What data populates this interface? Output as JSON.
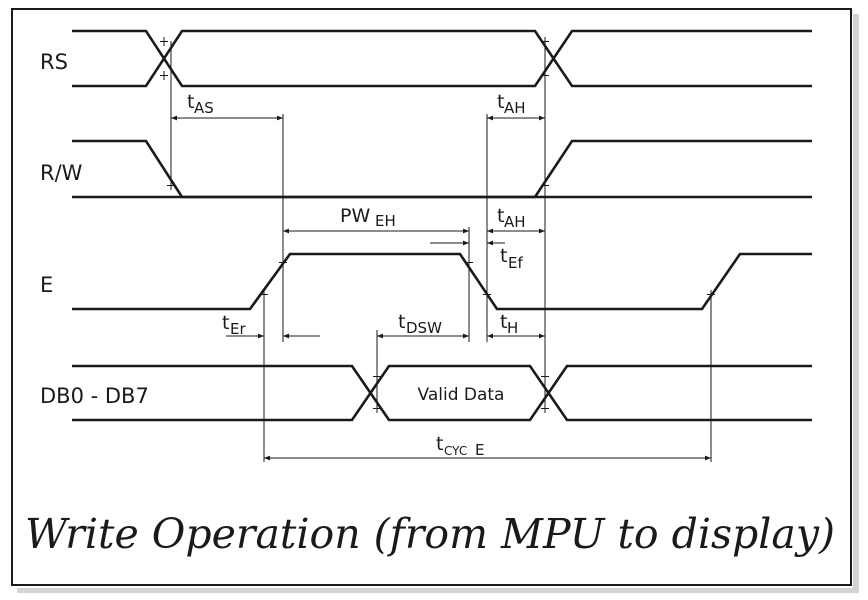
{
  "signals": [
    {
      "id": "rs",
      "label": "RS"
    },
    {
      "id": "rw",
      "label": "R/W"
    },
    {
      "id": "e",
      "label": "E"
    },
    {
      "id": "db",
      "label": "DB0 - DB7"
    }
  ],
  "timings": {
    "tas": {
      "main": "t",
      "sub": "AS"
    },
    "tah1": {
      "main": "t",
      "sub": "AH"
    },
    "pweh": {
      "main": "PW",
      "sub": "EH"
    },
    "tah2": {
      "main": "t",
      "sub": "AH"
    },
    "tef": {
      "main": "t",
      "sub": "Ef"
    },
    "ter": {
      "main": "t",
      "sub": "Er"
    },
    "tdsw": {
      "main": "t",
      "sub": "DSW"
    },
    "th": {
      "main": "t",
      "sub": "H"
    },
    "tcyce": {
      "main": "t",
      "sub": "CYC",
      "sub2": "E"
    }
  },
  "valid_data_label": "Valid Data",
  "caption": "Write Operation (from MPU to display)"
}
